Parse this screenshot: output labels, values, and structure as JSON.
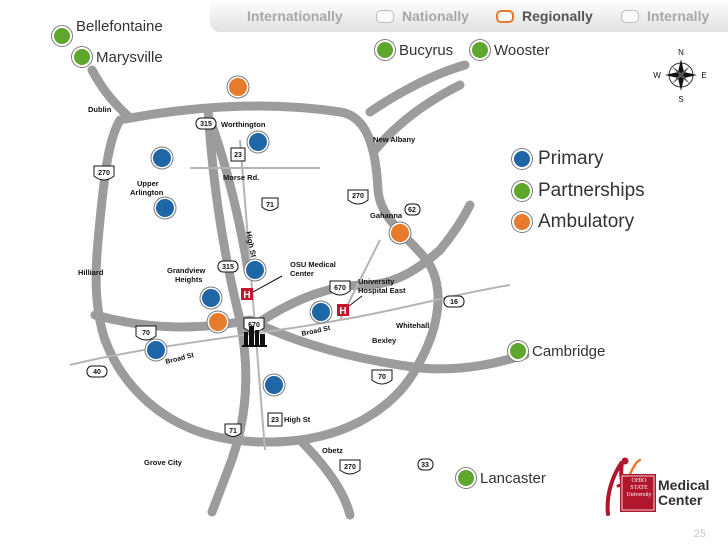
{
  "tabs": [
    {
      "label": "Internationally",
      "active": false
    },
    {
      "label": "Nationally",
      "active": false
    },
    {
      "label": "Regionally",
      "active": true
    },
    {
      "label": "Internally",
      "active": false
    }
  ],
  "outer_sites": {
    "bellefontaine": "Bellefontaine",
    "marysville": "Marysville",
    "bucyrus": "Bucyrus",
    "wooster": "Wooster",
    "cambridge": "Cambridge",
    "lancaster": "Lancaster"
  },
  "legend": {
    "primary": "Primary",
    "partnerships": "Partnerships",
    "ambulatory": "Ambulatory"
  },
  "compass": {
    "n": "N",
    "e": "E",
    "s": "S",
    "w": "W"
  },
  "places": {
    "dublin": "Dublin",
    "worthington": "Worthington",
    "new_albany": "New Albany",
    "upper_arlington_1": "Upper",
    "upper_arlington_2": "Arlington",
    "morse_rd": "Morse Rd.",
    "gahanna": "Gahanna",
    "hilliard": "Hilliard",
    "grandview_1": "Grandview",
    "grandview_2": "Heights",
    "high_st_vertical": "High St",
    "osu_1": "OSU Medical",
    "osu_2": "Center",
    "univ_1": "University",
    "univ_2": "Hospital East",
    "whitehall": "Whitehall",
    "bexley": "Bexley",
    "broad_st_east": "Broad St",
    "broad_st_west": "Broad St",
    "high_st_south": "High St",
    "obetz": "Obetz",
    "grove_city": "Grove City"
  },
  "shields": {
    "s315a": "315",
    "s23a": "23",
    "s270w": "270",
    "s71a": "71",
    "s270ne": "270",
    "s62": "62",
    "s315b": "315",
    "s670a": "670",
    "s16": "16",
    "s70w": "70",
    "s670b": "670",
    "s40": "40",
    "s70e": "70",
    "s23b": "23",
    "s71b": "71",
    "s270s": "270",
    "s33": "33"
  },
  "hospital_marker": "H",
  "logo": {
    "line1": "Medical",
    "line2": "Center",
    "seal_text": "OHIO STATE University"
  },
  "page_number": "25",
  "colors": {
    "primary": "#1e66a5",
    "partnerships": "#5fa62d",
    "ambulatory": "#e87a2b",
    "active_tab_ring": "#e87a2b",
    "logo_red": "#b0162c"
  }
}
